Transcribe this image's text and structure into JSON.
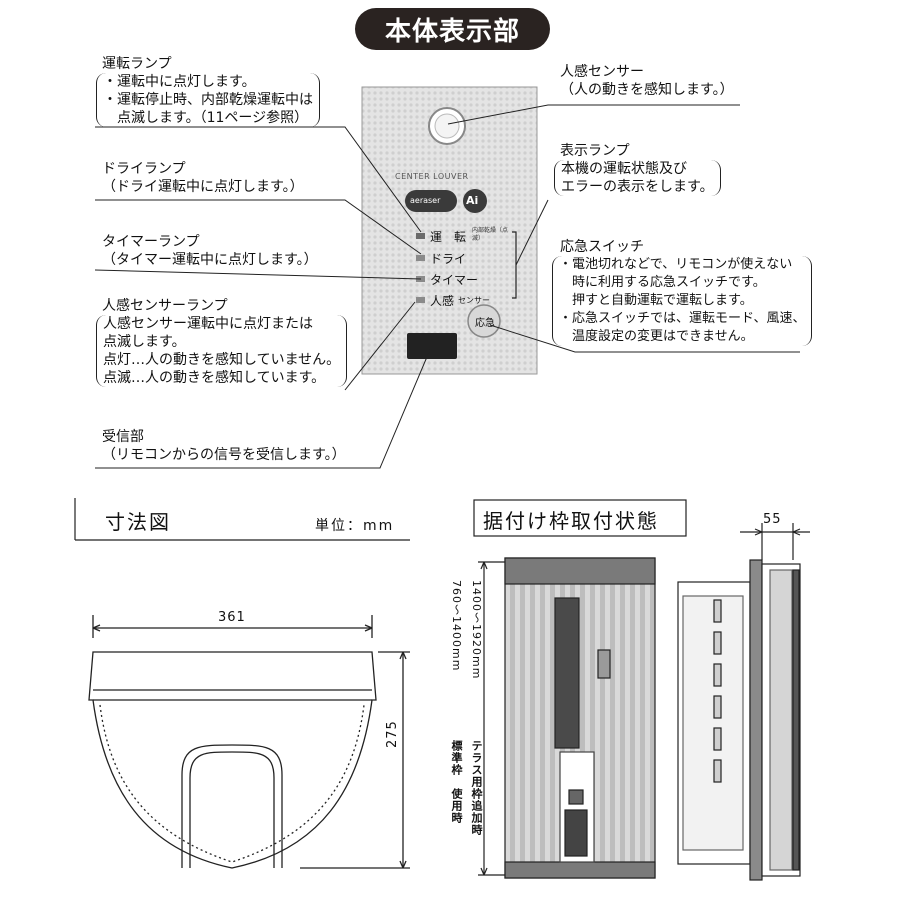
{
  "header": {
    "title": "本体表示部"
  },
  "panel": {
    "center_louver": "CENTER LOUVER",
    "logo_text": "aeraser",
    "ai_badge": "Ai",
    "lamp_run": "運　転",
    "lamp_run_note": "内部乾燥（点滅）",
    "lamp_dry": "ドライ",
    "lamp_timer": "タイマー",
    "lamp_sensor_main": "人感",
    "lamp_sensor_sub": "センサー",
    "emergency_button": "応急"
  },
  "callouts": {
    "run_lamp": {
      "title": "運転ランプ",
      "lines": [
        "・運転中に点灯します。",
        "・運転停止時、内部乾燥運転中は",
        "　点滅します。（11ページ参照）"
      ]
    },
    "dry_lamp": {
      "title": "ドライランプ",
      "lines": [
        "（ドライ運転中に点灯します。）"
      ]
    },
    "timer_lamp": {
      "title": "タイマーランプ",
      "lines": [
        "（タイマー運転中に点灯します。）"
      ]
    },
    "sensor_lamp": {
      "title": "人感センサーランプ",
      "lines": [
        "人感センサー運転中に点灯または",
        "点滅します。",
        "点灯…人の動きを感知していません。",
        "点滅…人の動きを感知しています。"
      ]
    },
    "receiver": {
      "title": "受信部",
      "lines": [
        "（リモコンからの信号を受信します。）"
      ]
    },
    "human_sensor": {
      "title": "人感センサー",
      "lines": [
        "（人の動きを感知します。）"
      ]
    },
    "display_lamp": {
      "title": "表示ランプ",
      "lines": [
        "本機の運転状態及び",
        "エラーの表示をします。"
      ]
    },
    "emergency_switch": {
      "title": "応急スイッチ",
      "lines": [
        "・電池切れなどで、リモコンが使えない",
        "　時に利用する応急スイッチです。",
        "　押すと自動運転で運転します。",
        "・応急スイッチでは、運転モード、風速、",
        "　温度設定の変更はできません。"
      ]
    }
  },
  "dimensions": {
    "heading": "寸法図",
    "unit_label": "単位：mm",
    "width_value": "361",
    "height_value": "275"
  },
  "install": {
    "heading": "据付け枠取付状態",
    "depth_value": "55",
    "range_standard": "760～1400mm",
    "range_terrace": "1400～1920mm",
    "label_standard": "標準枠　使用時",
    "label_terrace": "テラス用枠追加時"
  }
}
